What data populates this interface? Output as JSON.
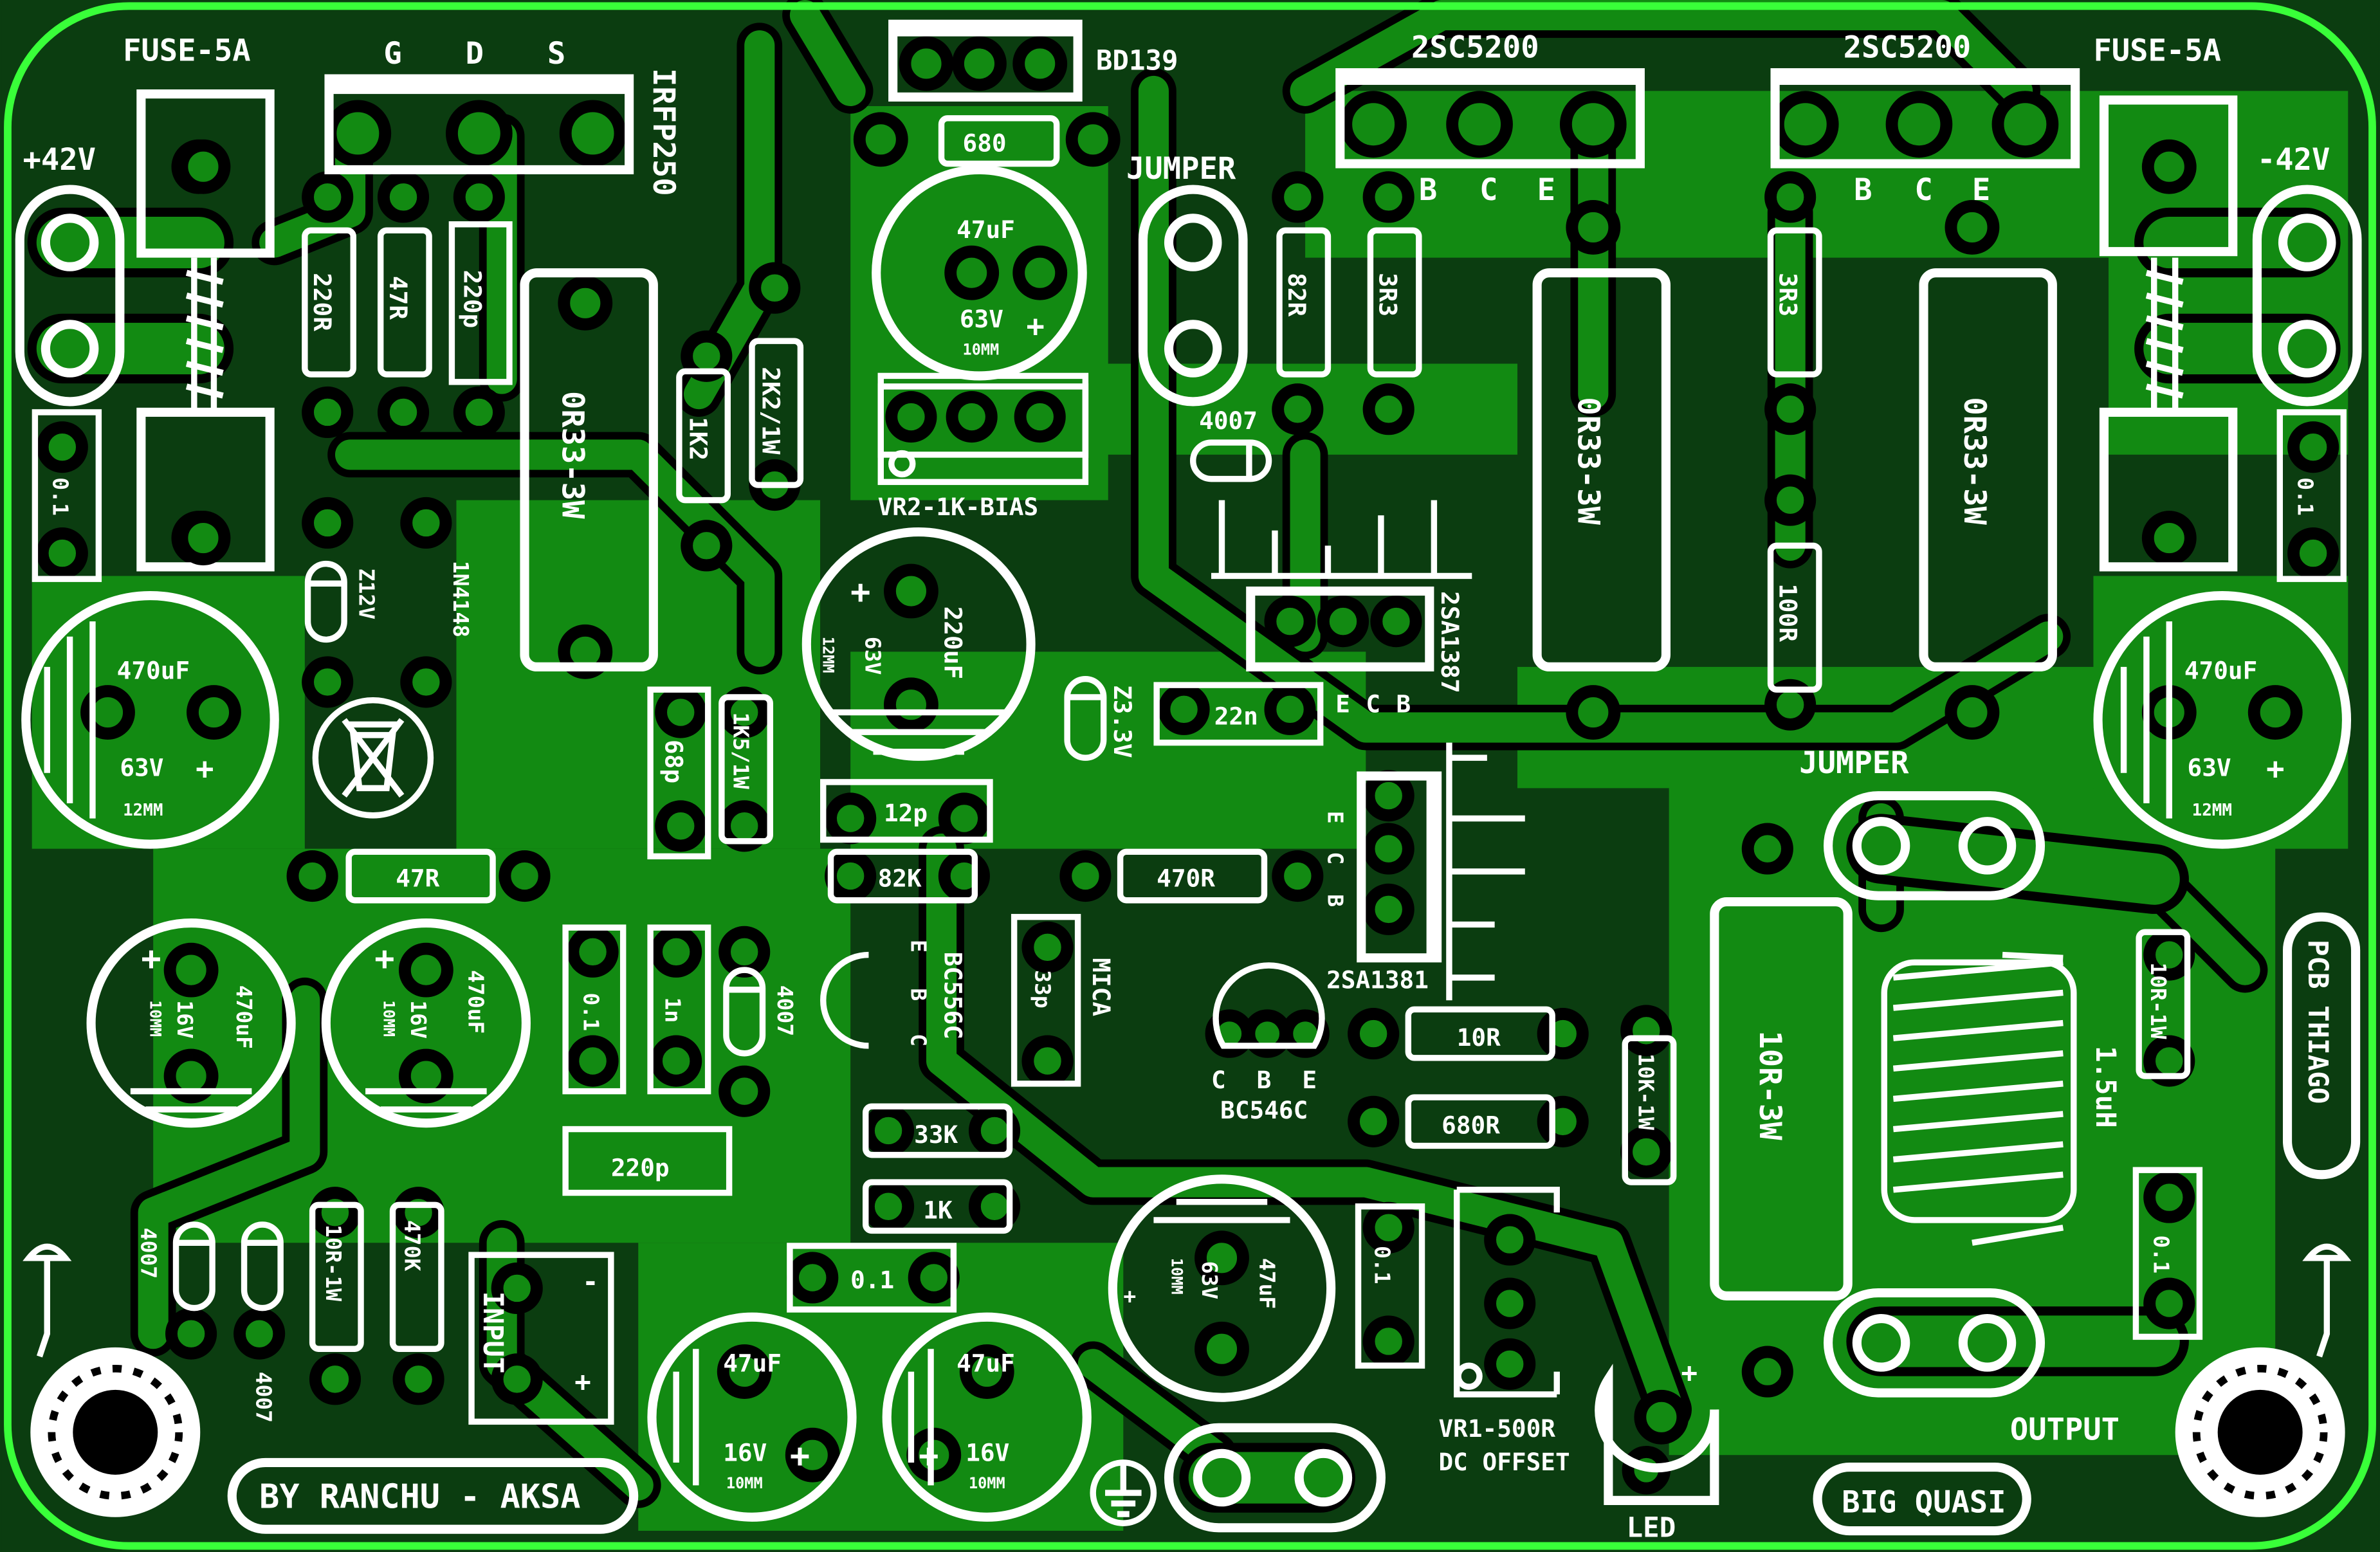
{
  "colors": {
    "board": "#0b3d10",
    "copper": "#128a12",
    "border": "#39ff39",
    "silk": "#ffffff"
  },
  "header": {
    "fuse_left": "FUSE-5A",
    "fuse_right": "FUSE-5A",
    "gds": [
      "G",
      "D",
      "S"
    ],
    "irfp": "IRFP250",
    "bd139": "BD139",
    "q_left": "2SC5200",
    "q_right": "2SC5200",
    "bce": [
      "B",
      "C",
      "E"
    ]
  },
  "labels": {
    "v_pos": "+42V",
    "v_neg": "-42V",
    "jumper_top": "JUMPER",
    "jumper_mid": "JUMPER",
    "r680": "680",
    "c47uf": "47uF",
    "c63v": "63V",
    "plus": "+",
    "minus": "-",
    "c10mm": "10MM",
    "c12mm": "12MM",
    "vr2": "VR2-1K-BIAS",
    "r82r": "82R",
    "r3r3": "3R3",
    "r220r": "220R",
    "r47r": "47R",
    "c220p": "220p",
    "or33": "0R33-3W",
    "r1k2": "1K2",
    "r2k2": "2K2/1W",
    "d4007": "4007",
    "sa1387": "2SA1387",
    "r100r": "100R",
    "z12v": "Z12V",
    "d1n4148": "1N4148",
    "c470uf": "470uF",
    "c220uf": "220uF",
    "z33v": "Z3.3V",
    "c22n": "22n",
    "ecb": [
      "E",
      "C",
      "B"
    ],
    "c68p": "68p",
    "r1k5": "1K5/1W",
    "c12p": "12p",
    "r82k": "82K",
    "r470r": "470R",
    "sa1381": "2SA1381",
    "r47r_b": "47R",
    "c01": "0.1",
    "c1n": "1n",
    "bc556c": "BC556C",
    "mica": "MICA",
    "c33p": "33p",
    "r10r": "10R",
    "r680r": "680R",
    "r10k": "10K-1W",
    "bc546c": "BC546C",
    "cbe": [
      "C",
      "B",
      "E"
    ],
    "ebc": [
      "E",
      "B",
      "C"
    ],
    "r10r3w": "10R-3W",
    "ind": "1.5uH",
    "r10r1w": "10R-1W",
    "pcb": "PCB THIAGO",
    "c16v": "16V",
    "r33k": "33K",
    "r1k": "1K",
    "r470k": "470K",
    "input": "INPUT",
    "vr1a": "VR1-500R",
    "vr1b": "DC OFFSET",
    "led": "LED",
    "output": "OUTPUT",
    "by": "BY  RANCHU - AKSA",
    "big": "BIG QUASI"
  }
}
